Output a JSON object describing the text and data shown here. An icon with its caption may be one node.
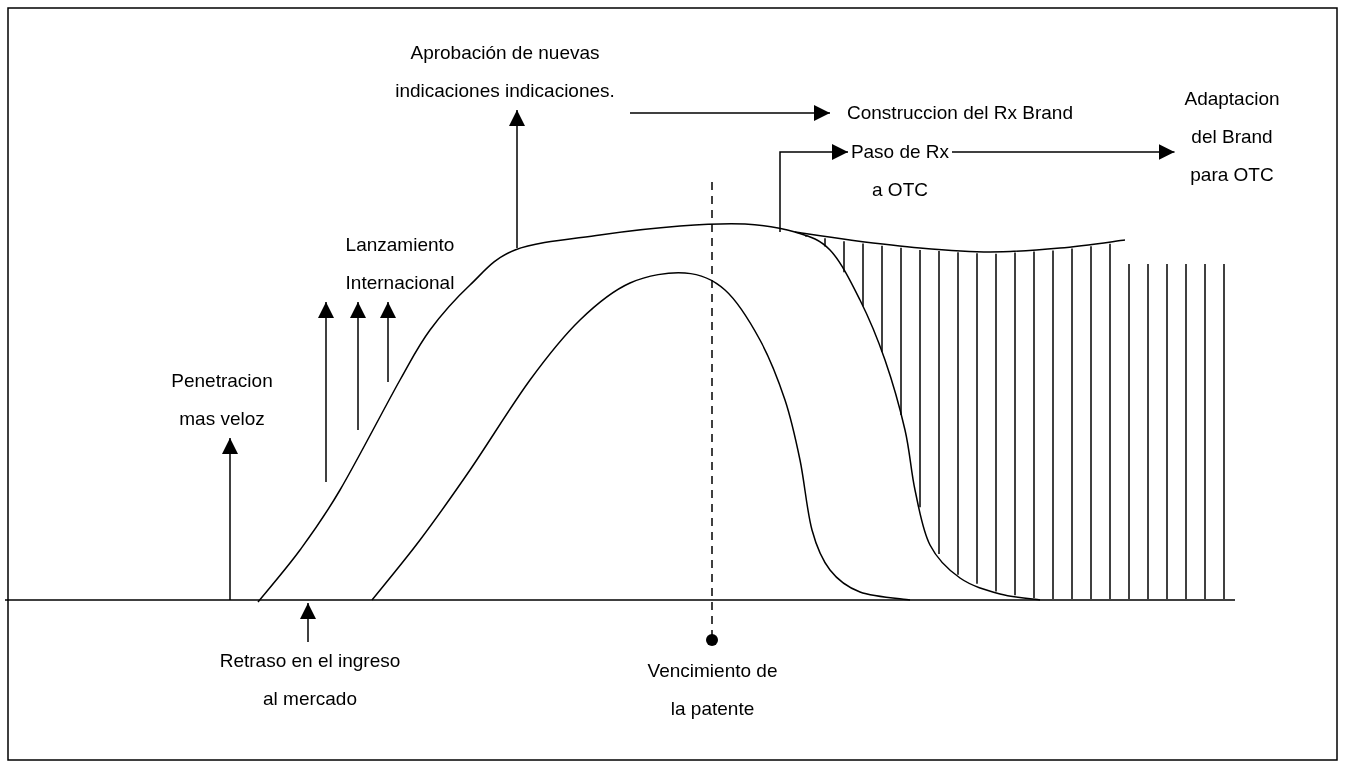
{
  "diagram": {
    "nodes": [
      {
        "text": [
          "Aprobación de nuevas indicaciones indicaciones."
        ]
      },
      {
        "text": [
          "Construccion del Rx Brand"
        ]
      },
      {
        "text": [
          "Paso de Rx a OTC"
        ]
      },
      {
        "text": [
          "Adaptacion del Brand para OTC"
        ]
      },
      {
        "text": [
          "Lanzamiento Internacional"
        ]
      },
      {
        "text": [
          "Penetracion mas veloz"
        ]
      },
      {
        "text": [
          "Retraso en el ingreso al mercado"
        ]
      }
    ],
    "edges": [
      {
        "from": null,
        "to": 0,
        "arrow": "to"
      },
      {
        "from": 0,
        "to": 1,
        "arrow": "to"
      },
      {
        "from": null,
        "to": 2,
        "arrow": "to"
      },
      {
        "from": 2,
        "to": 3,
        "arrow": "to"
      },
      {
        "from": null,
        "to": 4,
        "arrow": "to"
      },
      {
        "from": null,
        "to": 4,
        "arrow": "to"
      },
      {
        "from": null,
        "to": 4,
        "arrow": "to"
      },
      {
        "from": null,
        "to": 5,
        "arrow": "to"
      },
      {
        "from": 6,
        "to": null,
        "arrow": "to"
      }
    ],
    "labels": [
      "Vencimiento de la patente"
    ]
  }
}
